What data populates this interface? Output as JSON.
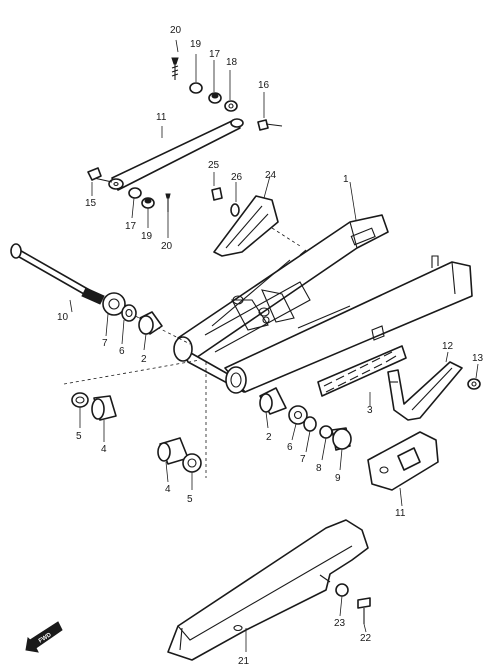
{
  "labels": {
    "l1": "1",
    "l2a": "2",
    "l2b": "2",
    "l3": "3",
    "l4a": "4",
    "l4b": "4",
    "l5a": "5",
    "l5b": "5",
    "l6a": "6",
    "l6b": "6",
    "l7a": "7",
    "l7b": "7",
    "l8": "8",
    "l9": "9",
    "l10": "10",
    "l11a": "11",
    "l11b": "11",
    "l12": "12",
    "l13": "13",
    "l15": "15",
    "l16": "16",
    "l17a": "17",
    "l17b": "17",
    "l18": "18",
    "l19a": "19",
    "l19b": "19",
    "l20a": "20",
    "l20b": "20",
    "l21": "21",
    "l22": "22",
    "l23": "23",
    "l24": "24",
    "l25": "25",
    "l26": "26"
  },
  "fwd_marker": "FWD"
}
